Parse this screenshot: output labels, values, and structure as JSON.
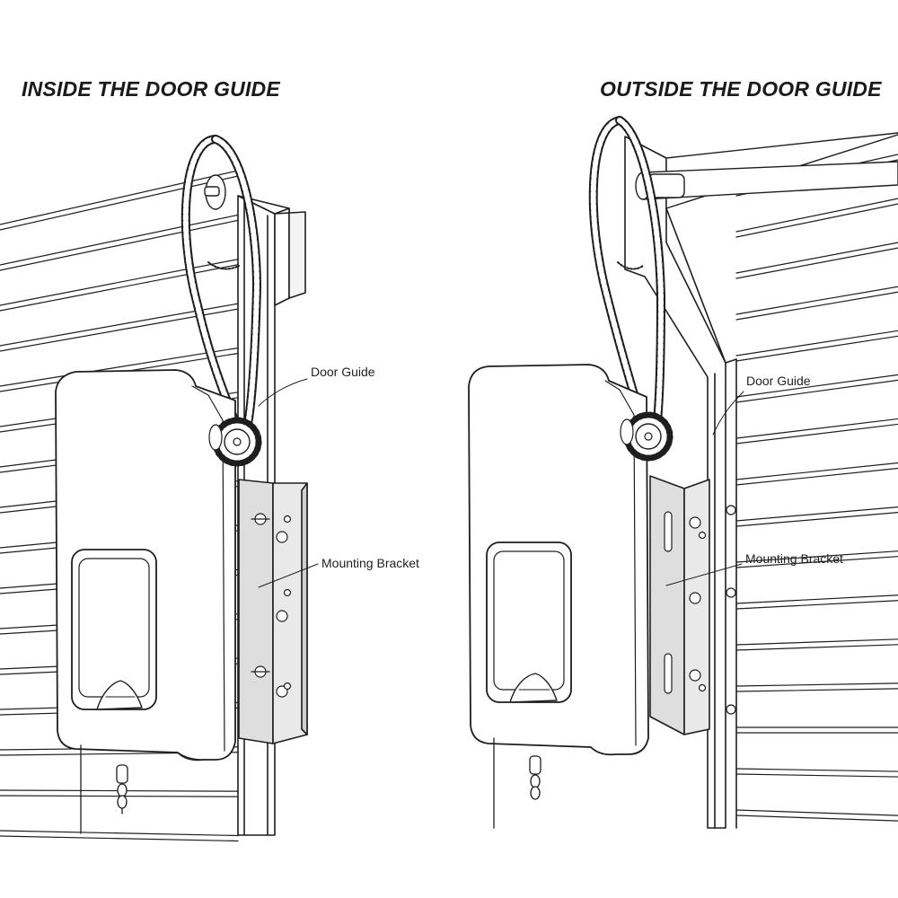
{
  "panels": {
    "left": {
      "title": "INSIDE THE DOOR GUIDE",
      "callouts": {
        "door_guide": "Door Guide",
        "mounting_bracket": "Mounting Bracket"
      }
    },
    "right": {
      "title": "OUTSIDE THE DOOR GUIDE",
      "callouts": {
        "door_guide": "Door Guide",
        "mounting_bracket": "Mounting Bracket"
      }
    }
  },
  "colors": {
    "line": "#1e1e1e",
    "bracket_fill": "#dedede",
    "text": "#1a1a1a"
  }
}
